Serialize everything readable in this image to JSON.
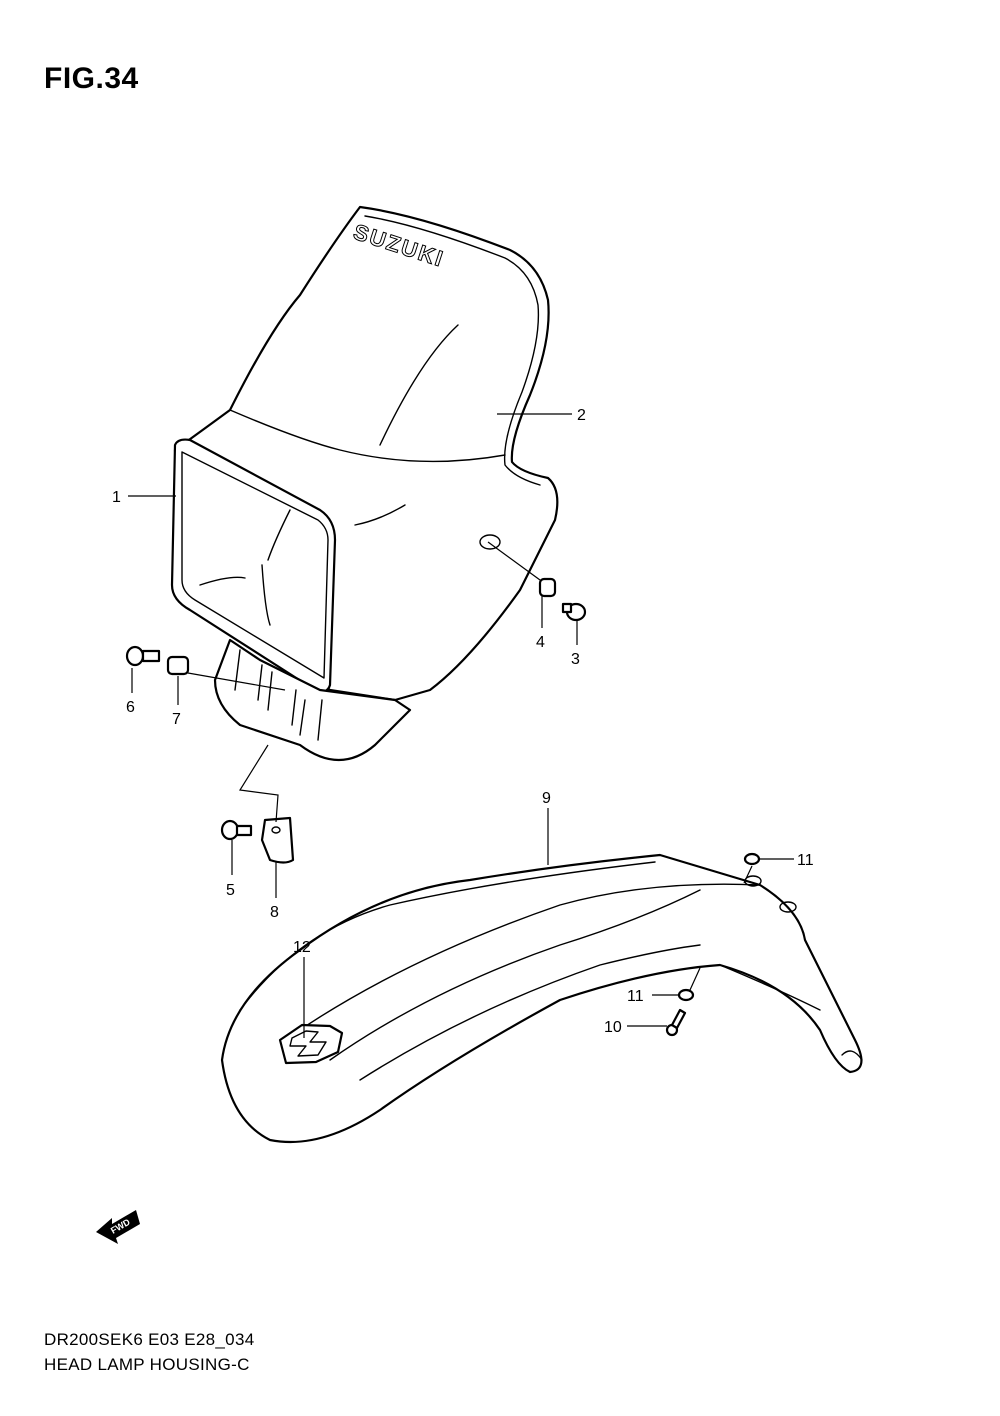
{
  "figure": {
    "title": "FIG.34"
  },
  "footer": {
    "code": "DR200SEK6 E03 E28_034",
    "description": "HEAD LAMP HOUSING-C"
  },
  "logo_text": "SUZUKI",
  "fwd_label": "FWD",
  "callouts": {
    "c1": "1",
    "c2": "2",
    "c3": "3",
    "c4": "4",
    "c5": "5",
    "c6": "6",
    "c7": "7",
    "c8": "8",
    "c9": "9",
    "c10": "10",
    "c11a": "11",
    "c11b": "11",
    "c12": "12"
  }
}
